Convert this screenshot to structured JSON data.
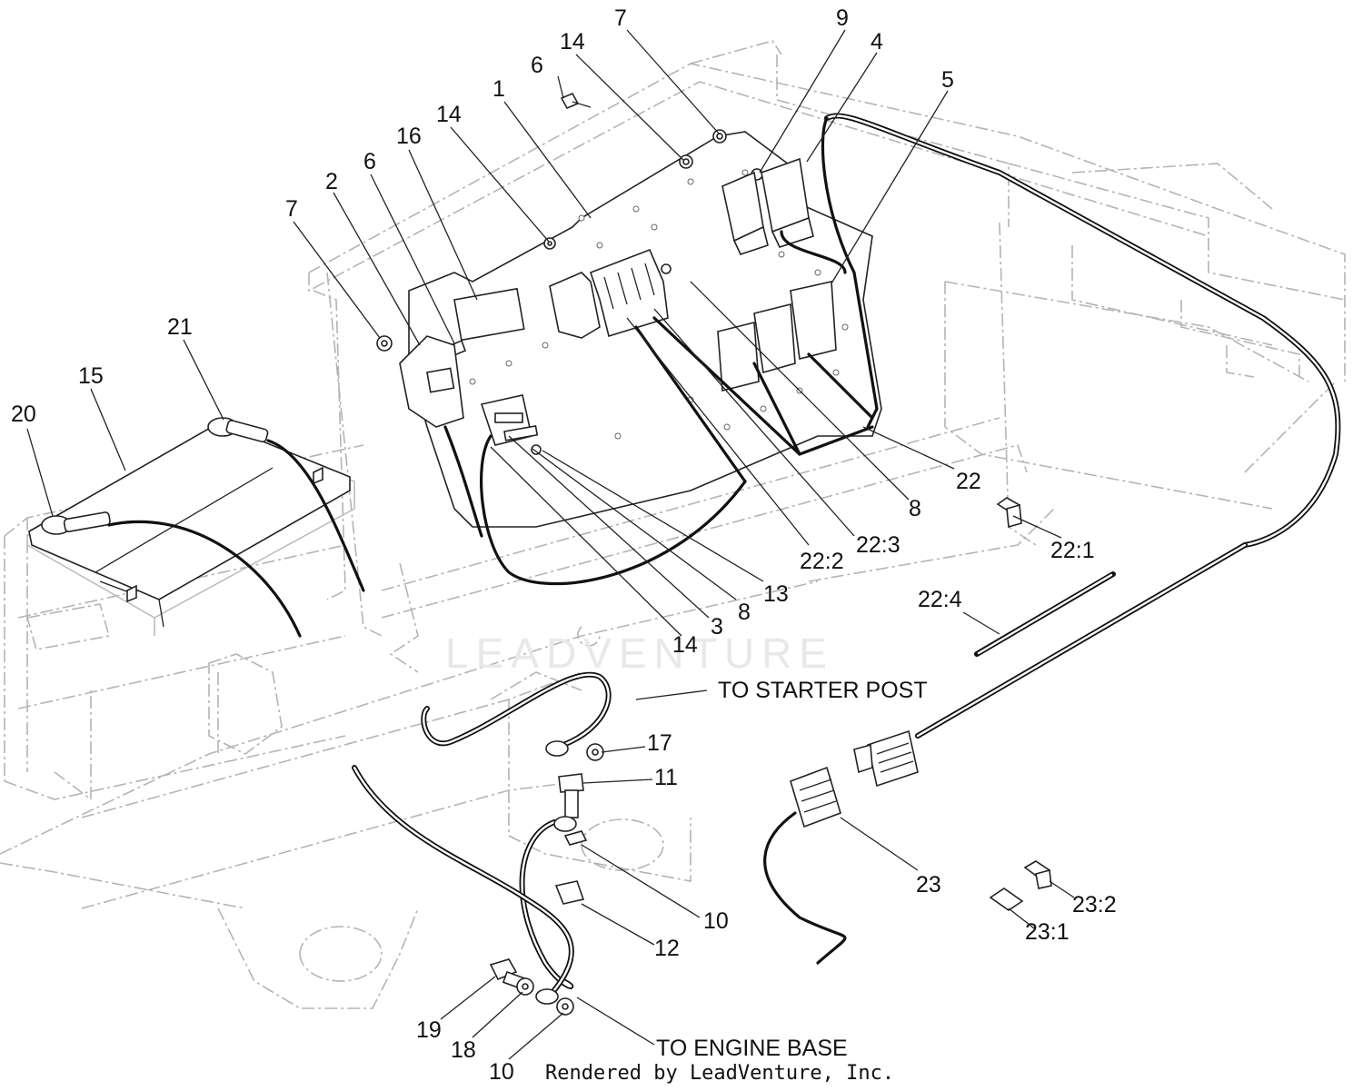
{
  "callouts": [
    {
      "id": "c-7a",
      "text": "7"
    },
    {
      "id": "c-14a",
      "text": "14"
    },
    {
      "id": "c-6a",
      "text": "6"
    },
    {
      "id": "c-9",
      "text": "9"
    },
    {
      "id": "c-4",
      "text": "4"
    },
    {
      "id": "c-5",
      "text": "5"
    },
    {
      "id": "c-1",
      "text": "1"
    },
    {
      "id": "c-14b",
      "text": "14"
    },
    {
      "id": "c-16",
      "text": "16"
    },
    {
      "id": "c-6b",
      "text": "6"
    },
    {
      "id": "c-2",
      "text": "2"
    },
    {
      "id": "c-7b",
      "text": "7"
    },
    {
      "id": "c-21",
      "text": "21"
    },
    {
      "id": "c-15",
      "text": "15"
    },
    {
      "id": "c-20",
      "text": "20"
    },
    {
      "id": "c-22",
      "text": "22"
    },
    {
      "id": "c-8a",
      "text": "8"
    },
    {
      "id": "c-22-3",
      "text": "22:3"
    },
    {
      "id": "c-22-2",
      "text": "22:2"
    },
    {
      "id": "c-22-1",
      "text": "22:1"
    },
    {
      "id": "c-13",
      "text": "13"
    },
    {
      "id": "c-8b",
      "text": "8"
    },
    {
      "id": "c-3",
      "text": "3"
    },
    {
      "id": "c-14c",
      "text": "14"
    },
    {
      "id": "c-22-4",
      "text": "22:4"
    },
    {
      "id": "c-17",
      "text": "17"
    },
    {
      "id": "c-11",
      "text": "11"
    },
    {
      "id": "c-23",
      "text": "23"
    },
    {
      "id": "c-10a",
      "text": "10"
    },
    {
      "id": "c-12",
      "text": "12"
    },
    {
      "id": "c-23-2",
      "text": "23:2"
    },
    {
      "id": "c-23-1",
      "text": "23:1"
    },
    {
      "id": "c-19",
      "text": "19"
    },
    {
      "id": "c-18",
      "text": "18"
    },
    {
      "id": "c-10b",
      "text": "10"
    }
  ],
  "notes": {
    "starter": "TO STARTER POST",
    "engine": "TO ENGINE BASE"
  },
  "footer": "Rendered by LeadVenture, Inc.",
  "watermark": "LEADVENTURE"
}
